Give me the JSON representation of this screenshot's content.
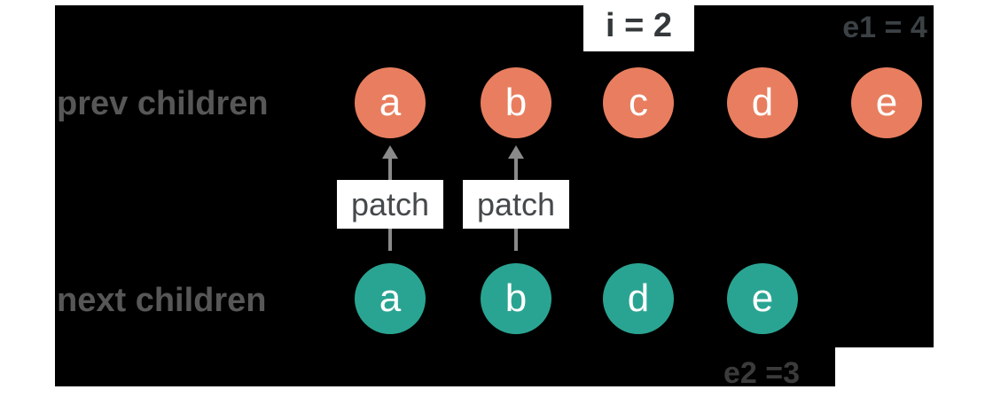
{
  "diagram": {
    "title_context": "list diff patch step",
    "rows": {
      "prev_label": "prev children",
      "next_label": "next children"
    },
    "prev_children": [
      "a",
      "b",
      "c",
      "d",
      "e"
    ],
    "next_children": [
      "a",
      "b",
      "d",
      "e"
    ],
    "patches": [
      {
        "label": "patch",
        "from": "a",
        "to": "a"
      },
      {
        "label": "patch",
        "from": "b",
        "to": "b"
      }
    ],
    "pointers": {
      "i": "i = 2",
      "e1": "e1 = 4",
      "e2": "e2 =3"
    },
    "colors": {
      "canvas_bg": "#000000",
      "page_bg": "#ffffff",
      "prev_node": "#e87e5f",
      "next_node": "#2aa492",
      "node_text": "#ffffff",
      "row_label": "#575757",
      "pointer_text": "#34383a",
      "counter_text": "#3b4144",
      "arrow": "#8a8a8a"
    }
  }
}
